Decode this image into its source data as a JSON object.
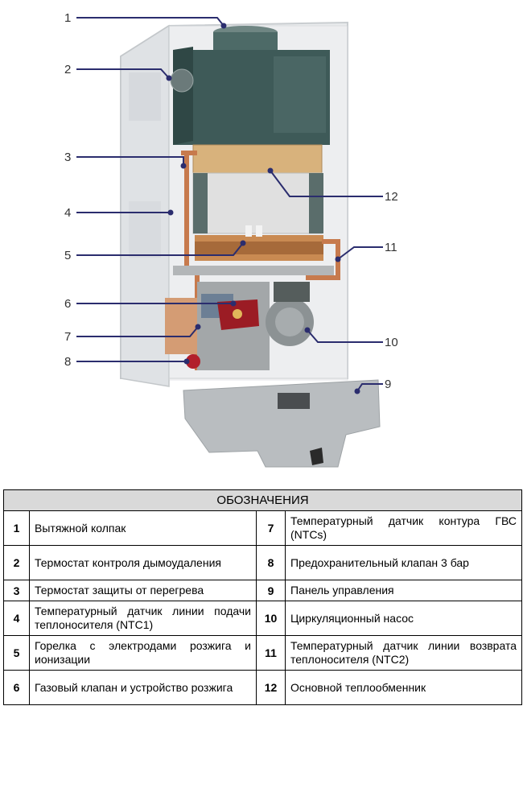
{
  "callouts": [
    "1",
    "2",
    "3",
    "4",
    "5",
    "6",
    "7",
    "8",
    "9",
    "10",
    "11",
    "12"
  ],
  "colors": {
    "casing": "#e4e6e8",
    "hood": "#3e5a58",
    "exchanger": "#d8b27c",
    "combustion_chamber": "#dcdcdc",
    "copper_pipe": "#c77a4d",
    "gas_valve": "#9b1c24",
    "pump": "#8c9294",
    "leader_line": "#2b2d6e",
    "control_panel": "#b9bdc0",
    "legend_header_bg": "#d9d9d9"
  },
  "legend": {
    "title": "ОБОЗНАЧЕНИЯ",
    "rows": [
      {
        "n1": "1",
        "t1": "Вытяжной колпак",
        "n2": "7",
        "t2": "Температурный датчик контура ГВС (NTCs)"
      },
      {
        "n1": "2",
        "t1": "Термостат контроля дымоудаления",
        "n2": "8",
        "t2": "Предохранительный клапан 3 бар"
      },
      {
        "n1": "3",
        "t1": "Термостат защиты от перегрева",
        "n2": "9",
        "t2": "Панель управления"
      },
      {
        "n1": "4",
        "t1": "Температурный датчик линии подачи теплоносителя (NTC1)",
        "n2": "10",
        "t2": "Циркуляционный насос"
      },
      {
        "n1": "5",
        "t1": "Горелка с электродами розжига и ионизации",
        "n2": "11",
        "t2": "Температурный датчик линии возврата теплоносителя (NTC2)"
      },
      {
        "n1": "6",
        "t1": "Газовый клапан и устройство розжига",
        "n2": "12",
        "t2": "Основной теплообменник"
      }
    ]
  }
}
